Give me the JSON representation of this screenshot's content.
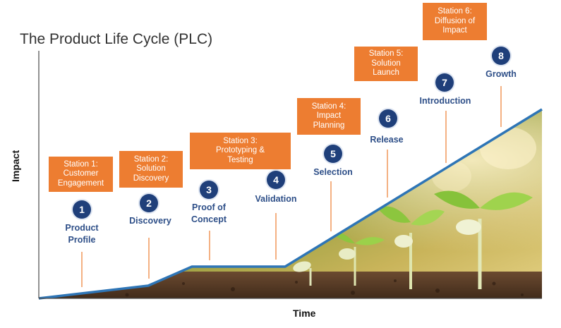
{
  "title": "The Product Life Cycle (PLC)",
  "axes": {
    "y_label": "Impact",
    "x_label": "Time"
  },
  "colors": {
    "station_box": "#ED7D31",
    "stage_circle": "#1F3F7A",
    "stage_text": "#2E4F88",
    "curve": "#2E75B6",
    "tick": "#F4B183"
  },
  "stations": [
    {
      "label": "Station 1:\nCustomer\nEngagement"
    },
    {
      "label": "Station 2:\nSolution\nDiscovery"
    },
    {
      "label": "Station 3:\nPrototyping &\nTesting"
    },
    {
      "label": "Station 4:\nImpact\nPlanning"
    },
    {
      "label": "Station 5:\nSolution Launch"
    },
    {
      "label": "Station 6:\nDiffusion of\nImpact"
    }
  ],
  "stages": [
    {
      "number": "1",
      "label": "Product\nProfile"
    },
    {
      "number": "2",
      "label": "Discovery"
    },
    {
      "number": "3",
      "label": "Proof of\nConcept"
    },
    {
      "number": "4",
      "label": "Validation"
    },
    {
      "number": "5",
      "label": "Selection"
    },
    {
      "number": "6",
      "label": "Release"
    },
    {
      "number": "7",
      "label": "Introduction"
    },
    {
      "number": "8",
      "label": "Growth"
    }
  ],
  "background_image": "seedlings-in-soil"
}
